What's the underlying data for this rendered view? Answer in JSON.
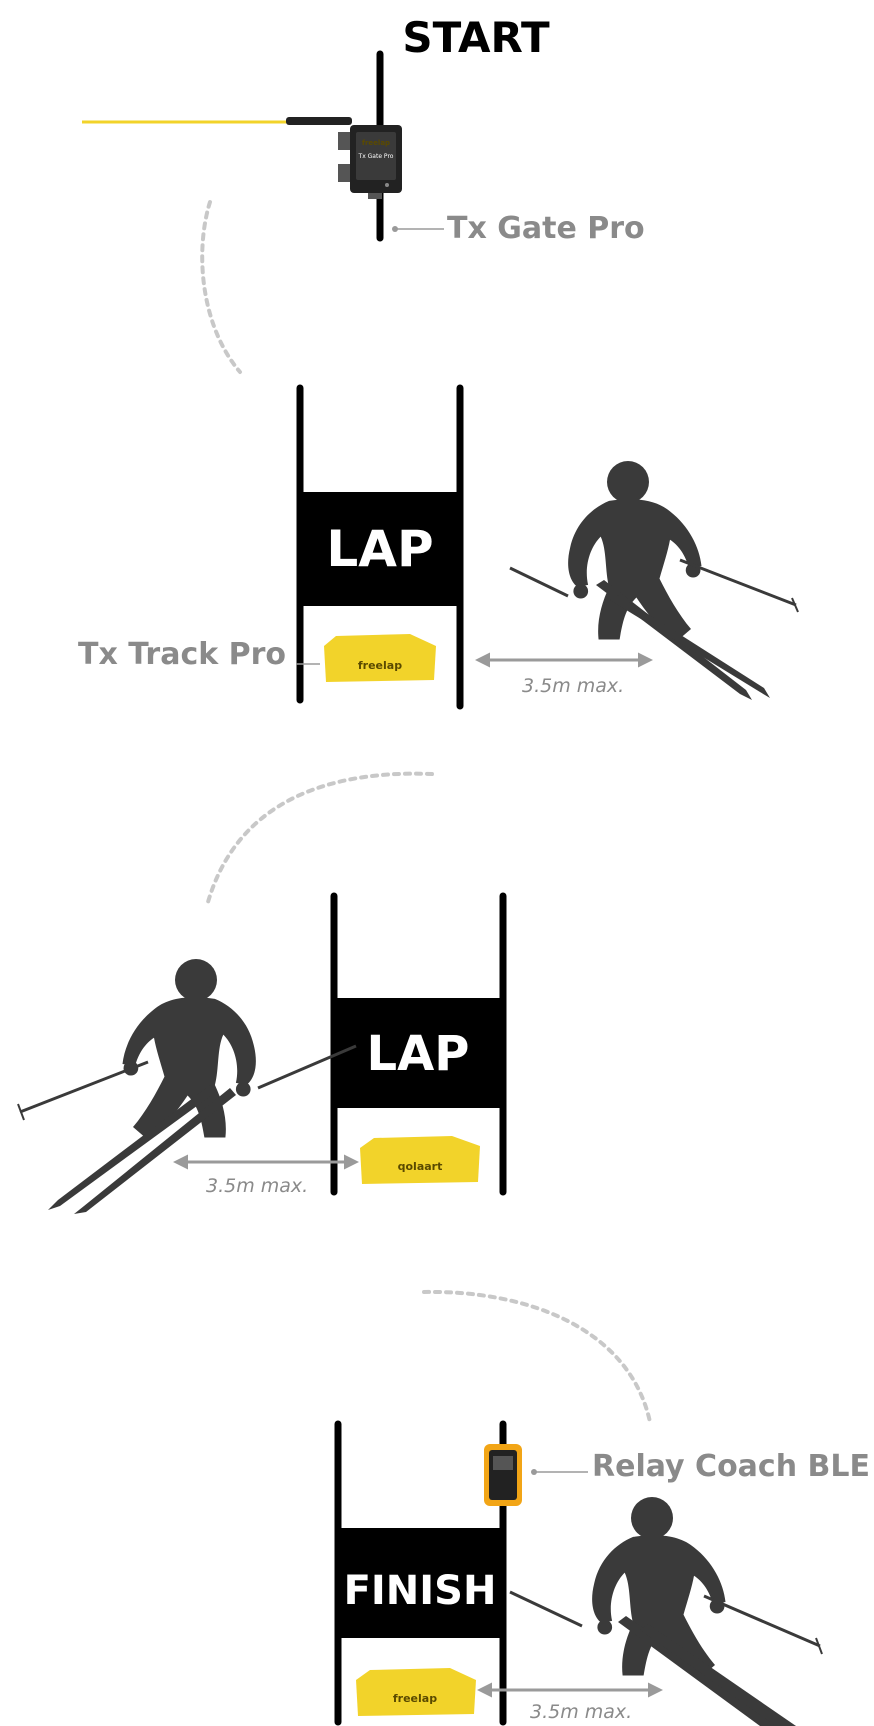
{
  "start_label": "START",
  "tx_gate_label": "Tx Gate Pro",
  "tx_track_label": "Tx Track Pro",
  "lap_label_1": "LAP",
  "lap_label_2": "LAP",
  "finish_label": "FINISH",
  "relay_label": "Relay Coach BLE",
  "distance_label": "3.5m max.",
  "device_brand": "freelap",
  "device_brand_flipped": "qolaart",
  "tx_gate_screen_text": "Tx Gate Pro",
  "colors": {
    "gate_fill": "#000000",
    "device_yellow": "#f2d32a",
    "label_gray": "#8a8a8a",
    "skier": "#3a3a3a",
    "arc": "#c8c8c8"
  }
}
